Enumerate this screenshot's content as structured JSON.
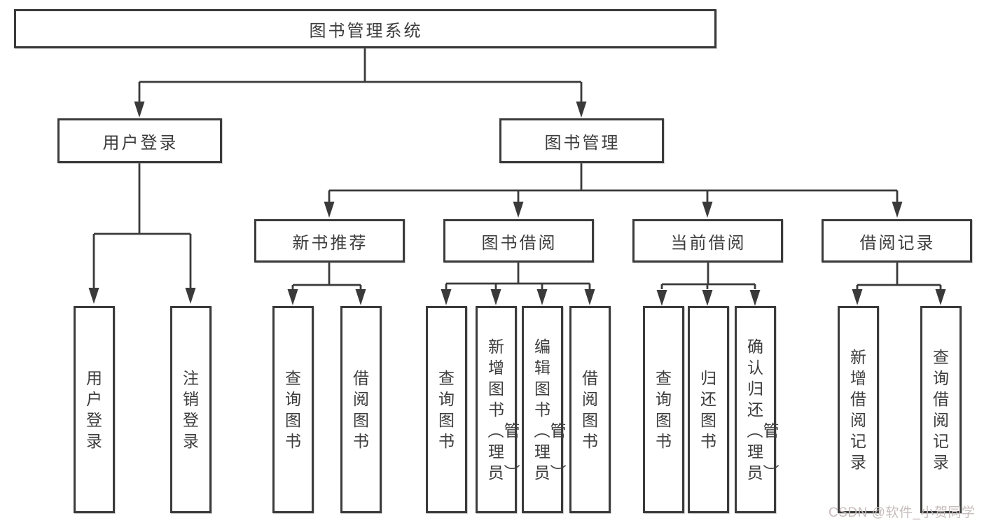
{
  "diagram": {
    "title": "图书管理系统",
    "root": {
      "label": "图书管理系统",
      "children": [
        {
          "label": "用户登录",
          "children": [
            {
              "label": "用户登录"
            },
            {
              "label": "注销登录"
            }
          ]
        },
        {
          "label": "图书管理",
          "children": [
            {
              "label": "新书推荐",
              "children": [
                {
                  "label": "查询图书"
                },
                {
                  "label": "借阅图书"
                }
              ]
            },
            {
              "label": "图书借阅",
              "children": [
                {
                  "label": "查询图书"
                },
                {
                  "label": "新增图书（管理员）"
                },
                {
                  "label": "编辑图书（管理员）"
                },
                {
                  "label": "借阅图书"
                }
              ]
            },
            {
              "label": "当前借阅",
              "children": [
                {
                  "label": "查询图书"
                },
                {
                  "label": "归还图书"
                },
                {
                  "label": "确认归还（管理员）"
                }
              ]
            },
            {
              "label": "借阅记录",
              "children": [
                {
                  "label": "新增借阅记录"
                },
                {
                  "label": "查询借阅记录"
                }
              ]
            }
          ]
        }
      ]
    }
  },
  "colors": {
    "line": "#3a3a3a",
    "text": "#3d3d3d",
    "watermark": "#c7bcbc",
    "background": "#ffffff"
  },
  "watermark": {
    "text": "CSDN @软件_小贺同学"
  }
}
